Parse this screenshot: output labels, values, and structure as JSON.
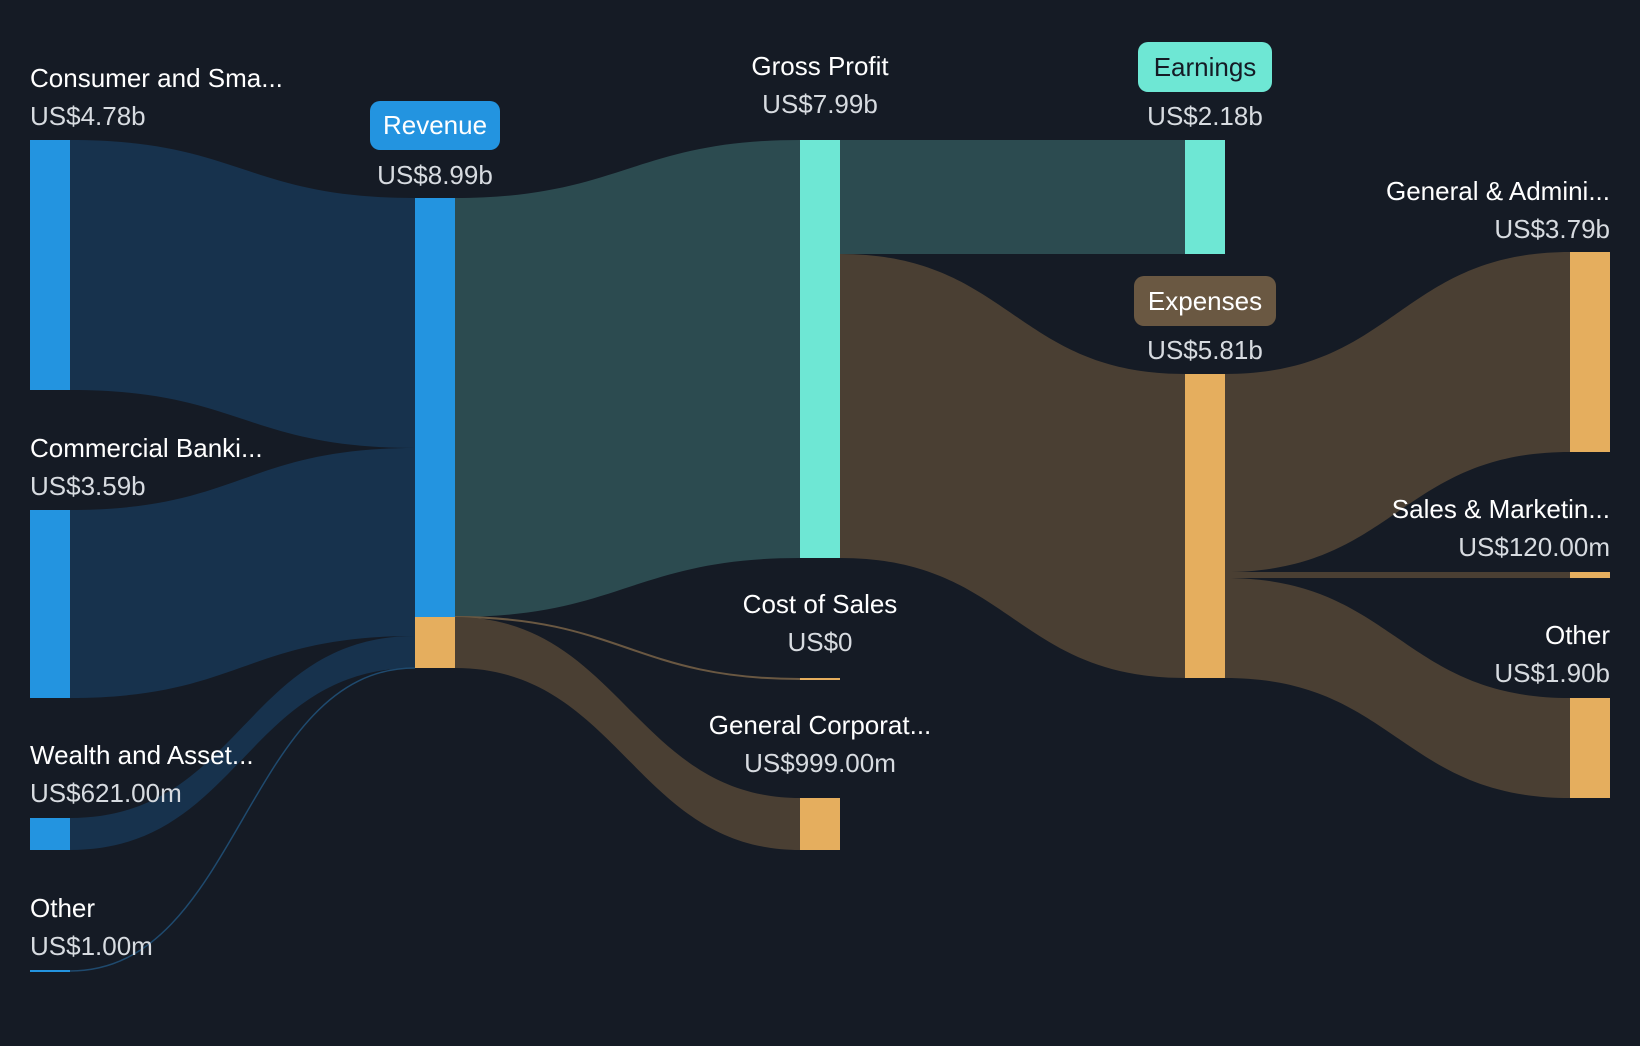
{
  "diagram": {
    "type": "sankey",
    "colors": {
      "background": "#151b25",
      "revenue": "#2394e0",
      "revenue_flow": "#17324d",
      "profit": "#6ee7d4",
      "profit_flow": "#2c4b50",
      "expense": "#e5ae5e",
      "expense_flow": "#4a3f33",
      "expenses_badge": "#6a5842",
      "revenue_badge": "#2394e0",
      "earnings_badge": "#6ee7d4"
    },
    "nodes": {
      "consumer": {
        "name": "Consumer and Sma...",
        "value": "US$4.78b"
      },
      "commercial": {
        "name": "Commercial Banki...",
        "value": "US$3.59b"
      },
      "wealth": {
        "name": "Wealth and Asset...",
        "value": "US$621.00m"
      },
      "other_in": {
        "name": "Other",
        "value": "US$1.00m"
      },
      "revenue": {
        "name": "Revenue",
        "value": "US$8.99b"
      },
      "gross_profit": {
        "name": "Gross Profit",
        "value": "US$7.99b"
      },
      "cost_of_sales": {
        "name": "Cost of Sales",
        "value": "US$0"
      },
      "general_corporate": {
        "name": "General Corporat...",
        "value": "US$999.00m"
      },
      "earnings": {
        "name": "Earnings",
        "value": "US$2.18b"
      },
      "expenses": {
        "name": "Expenses",
        "value": "US$5.81b"
      },
      "general_admin": {
        "name": "General & Admini...",
        "value": "US$3.79b"
      },
      "sales_marketing": {
        "name": "Sales & Marketin...",
        "value": "US$120.00m"
      },
      "other_exp": {
        "name": "Other",
        "value": "US$1.90b"
      }
    }
  }
}
